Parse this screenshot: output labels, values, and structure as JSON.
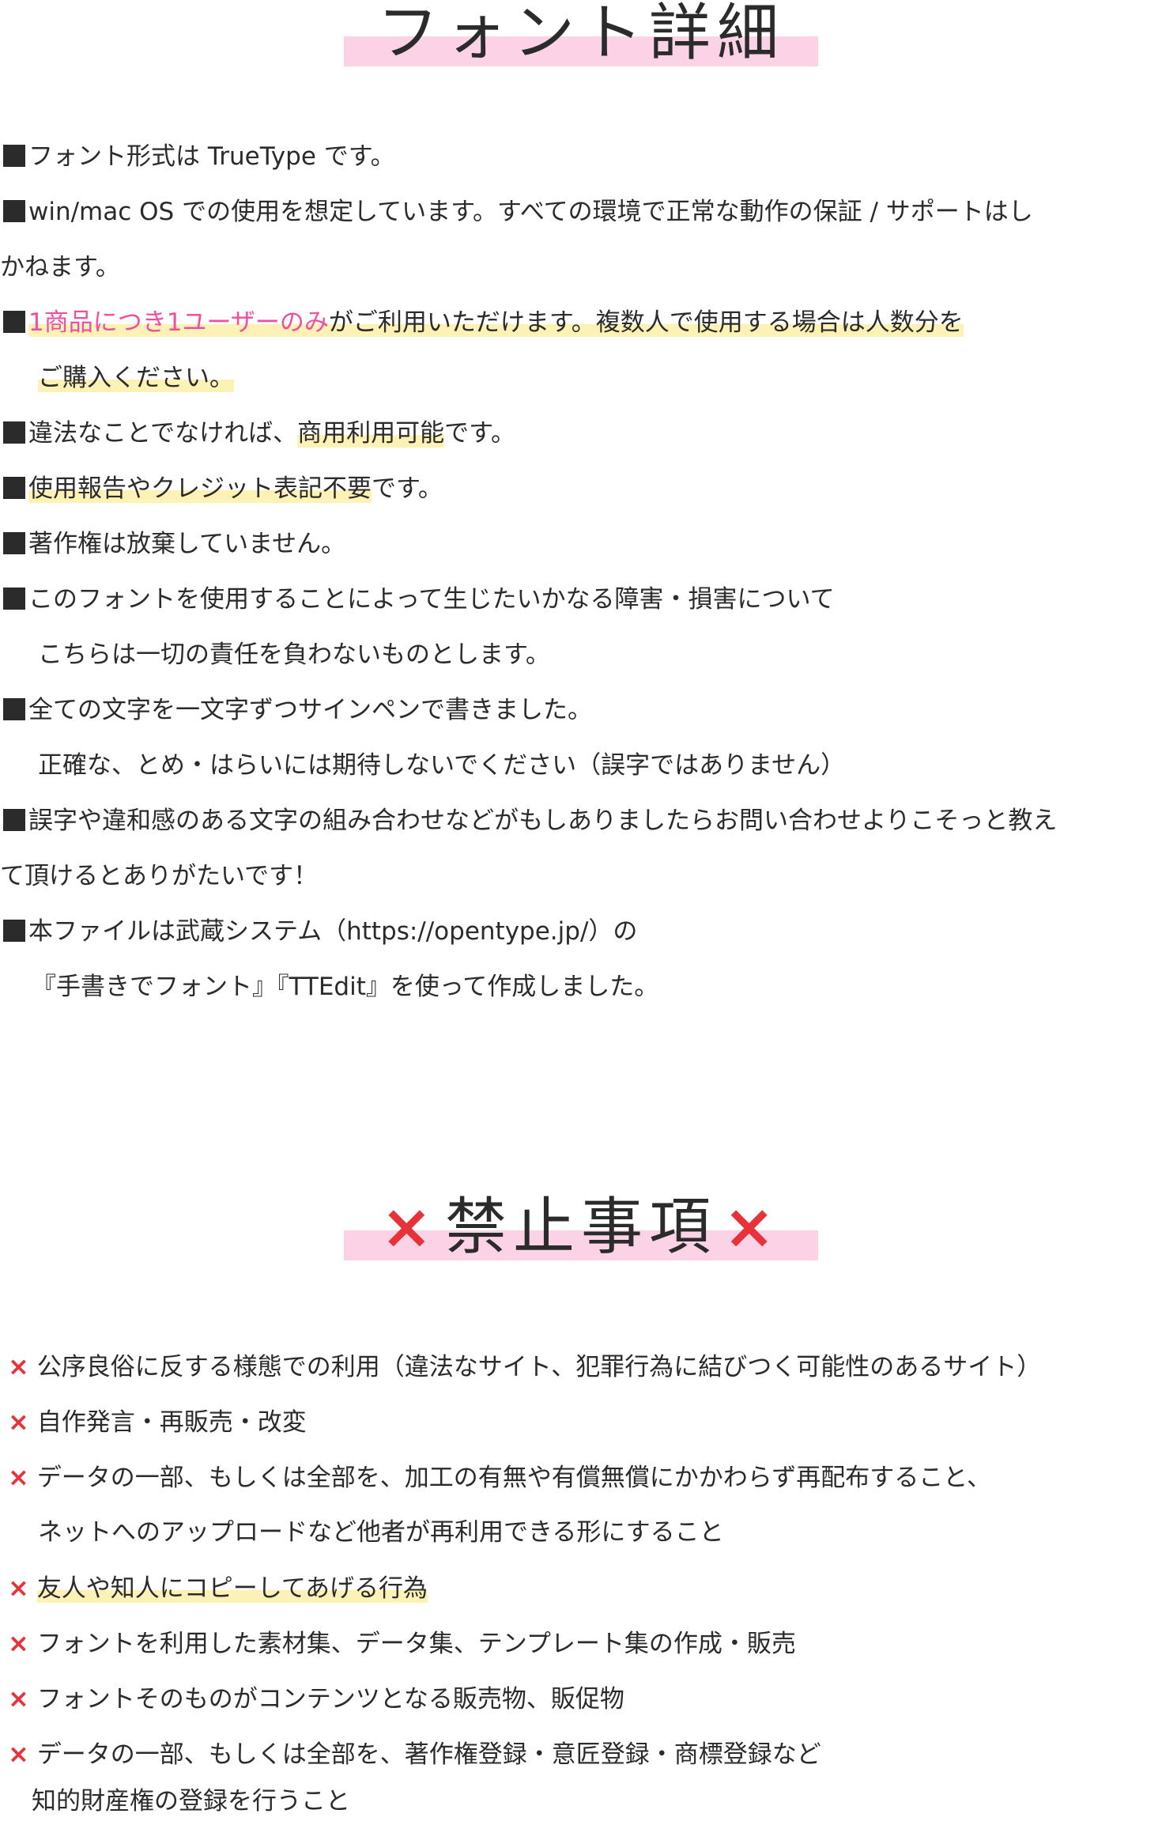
{
  "details": {
    "title": "フォント詳細",
    "lines": [
      {
        "a": "フォント形式は TrueType です。"
      },
      {
        "a": "win/mac OS での使用を想定しています。すべての環境で正常な動作の保証 / サポートはし"
      },
      {
        "a": "かねます。"
      },
      {
        "pink": "1商品につき1ユーザーのみ",
        "hl": "がご利用いただけます。複数人で使用する場合は人数分を"
      },
      {
        "hl": "ご購入ください。"
      },
      {
        "a": "違法なことでなければ、",
        "hl": "商用利用可能",
        "b": "です。"
      },
      {
        "hl": "使用報告やクレジット表記不要",
        "b": "です。"
      },
      {
        "a": "著作権は放棄していません。"
      },
      {
        "a": "このフォントを使用することによって生じたいかなる障害・損害について"
      },
      {
        "a": "こちらは一切の責任を負わないものとします。"
      },
      {
        "a": "全ての文字を一文字ずつサインペンで書きました。"
      },
      {
        "a": "正確な、とめ・はらいには期待しないでください（誤字ではありません）"
      },
      {
        "a": "誤字や違和感のある文字の組み合わせなどがもしありましたらお問い合わせよりこそっと教え"
      },
      {
        "a": "て頂けるとありがたいです！"
      },
      {
        "a": "本ファイルは武蔵システム（https://opentype.jp/）の"
      },
      {
        "a": "『手書きでフォント』『TTEdit』を使って作成しました。"
      }
    ]
  },
  "prohibited": {
    "title": "禁止事項",
    "cross": "×",
    "lines": [
      {
        "a": "公序良俗に反する様態での利用（違法なサイト、犯罪行為に結びつく可能性のあるサイト）"
      },
      {
        "a": "自作発言・再販売・改変"
      },
      {
        "a": "データの一部、もしくは全部を、加工の有無や有償無償にかかわらず再配布すること、"
      },
      {
        "a": "ネットへのアップロードなど他者が再利用できる形にすること"
      },
      {
        "hl": "友人や知人にコピーしてあげる行為"
      },
      {
        "a": "フォントを利用した素材集、データ集、テンプレート集の作成・販売"
      },
      {
        "a": "フォントそのものがコンテンツとなる販売物、販促物"
      },
      {
        "a": "データの一部、もしくは全部を、著作権登録・意匠登録・商標登録など"
      },
      {
        "a": "知的財産権の登録を行うこと"
      }
    ]
  },
  "colors": {
    "heading_band": "#fcd3e6",
    "highlight": "#fdf2b5",
    "pink_text": "#f14ea0",
    "cross": "#e8323a",
    "text": "#2b2b2b"
  },
  "icons": {
    "bullet": "black-square-bullet-icon",
    "prohibited": "red-cross-icon"
  }
}
